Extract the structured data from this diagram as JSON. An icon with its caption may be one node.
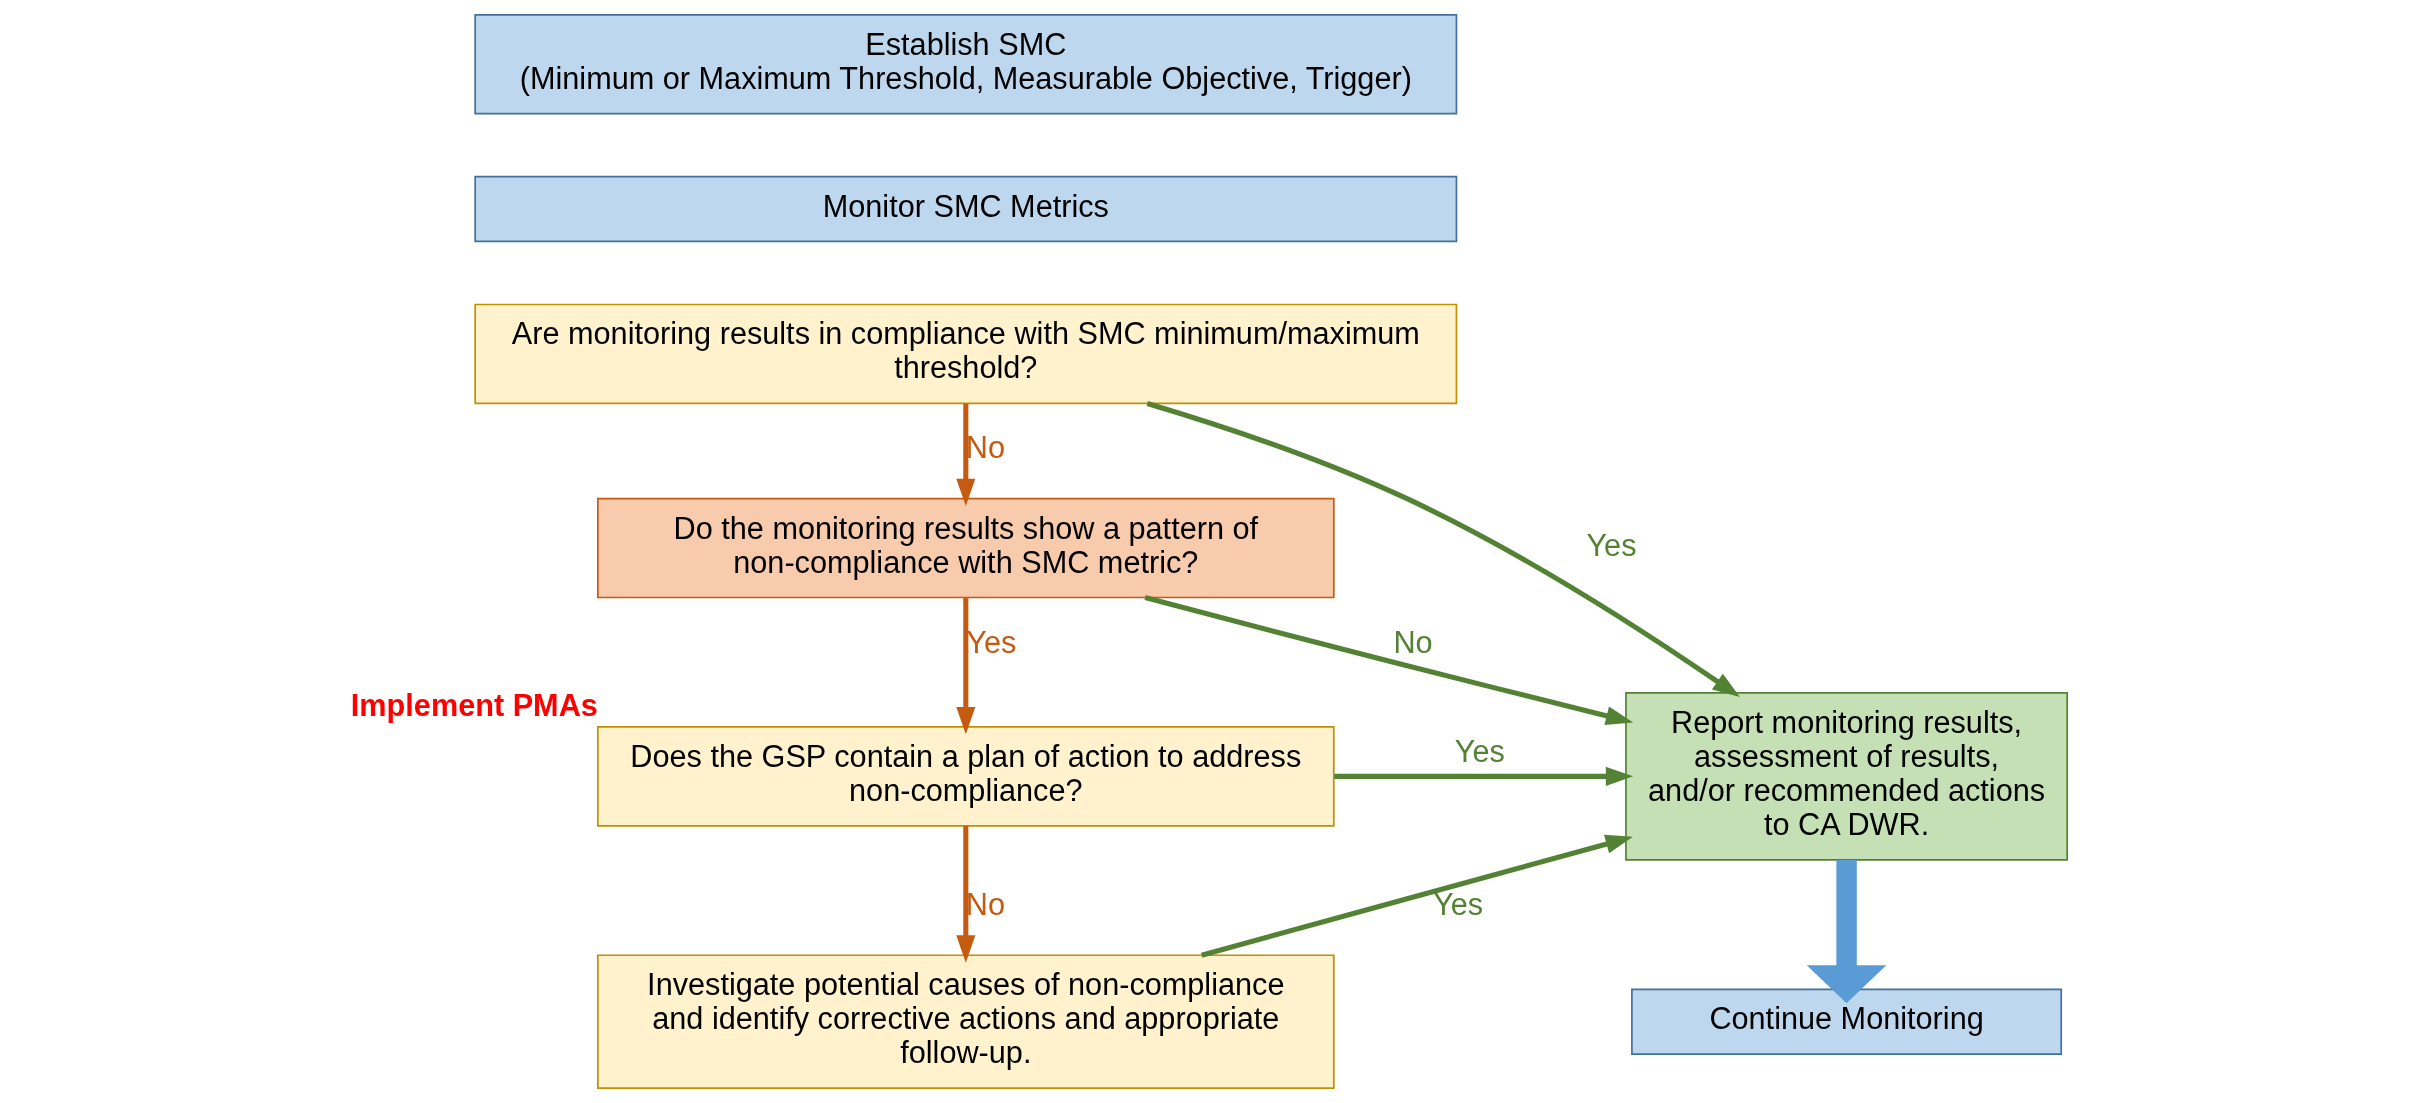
{
  "diagram": {
    "nodes": [
      {
        "text": [
          "Establish SMC",
          "(Minimum or Maximum Threshold, Measurable Objective, Trigger)"
        ]
      },
      {
        "text": [
          "Monitor SMC Metrics"
        ]
      },
      {
        "text": [
          "Are monitoring results in compliance with SMC minimum/maximum threshold?"
        ]
      },
      {
        "text": [
          "Do the monitoring results show a pattern of non-compliance with SMC metric?"
        ]
      },
      {
        "text": [
          "Does the GSP contain a plan of action to address non-compliance?"
        ],
        "beside": [
          "Implement PMAs"
        ]
      },
      {
        "text": [
          "Investigate potential causes of non-compliance and identify corrective actions and appropriate follow-up."
        ]
      },
      {
        "text": [
          "Report monitoring results, assessment of results, and/or recommended actions to CA DWR."
        ]
      },
      {
        "text": [
          "Continue Monitoring"
        ]
      }
    ],
    "edges": [
      {
        "from": 2,
        "to": 6,
        "arrow": "to",
        "label": "Yes",
        "color": "#548235"
      },
      {
        "from": 2,
        "to": 3,
        "arrow": "to",
        "label": "No",
        "color": "#c55a11"
      },
      {
        "from": 3,
        "to": 6,
        "arrow": "to",
        "label": "No",
        "color": "#548235"
      },
      {
        "from": 3,
        "to": 4,
        "arrow": "to",
        "label": "Yes",
        "color": "#c55a11"
      },
      {
        "from": 4,
        "to": 6,
        "arrow": "to",
        "label": "Yes",
        "color": "#548235"
      },
      {
        "from": 4,
        "to": 5,
        "arrow": "to",
        "label": "No",
        "color": "#c55a11"
      },
      {
        "from": 5,
        "to": 6,
        "arrow": "to",
        "label": "Yes",
        "color": "#548235"
      },
      {
        "from": 6,
        "to": 7,
        "arrow": "to",
        "style": "thick",
        "color": "#5b9bd5"
      }
    ]
  }
}
